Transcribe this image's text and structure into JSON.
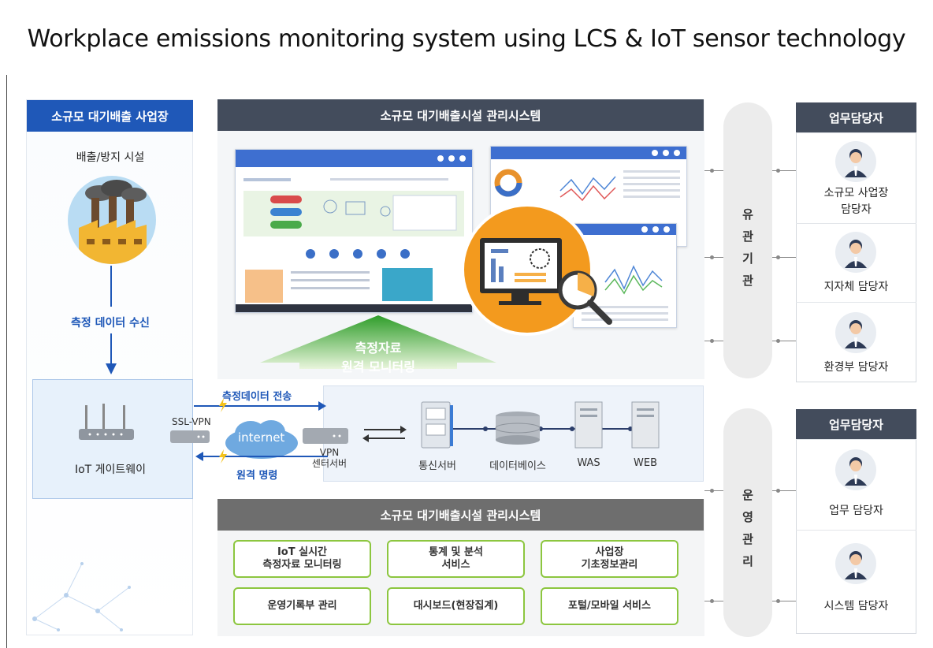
{
  "title": "Workplace emissions monitoring system using LCS & IoT sensor technology",
  "left": {
    "header": "소규모 대기배출 사업장",
    "facility_label": "배출/방지 시설",
    "receive_label": "측정 데이터 수신",
    "gateway_label": "IoT 게이트웨이"
  },
  "center_top": {
    "header": "소규모 대기배출시설 관리시스템",
    "arrow_label_line1": "측정자료",
    "arrow_label_line2": "원격 모니터링"
  },
  "network": {
    "send_label": "측정데이터 전송",
    "ssl_vpn": "SSL-VPN",
    "internet": "internet",
    "vpn_server_line1": "VPN",
    "vpn_server_line2": "센터서버",
    "remote_cmd": "원격 명령"
  },
  "servers": {
    "comm": "통신서버",
    "db": "데이터베이스",
    "was": "WAS",
    "web": "WEB"
  },
  "center_bottom": {
    "header": "소규모 대기배출시설 관리시스템",
    "services": [
      {
        "line1": "IoT 실시간",
        "line2": "측정자료 모니터링"
      },
      {
        "line1": "통계 및 분석",
        "line2": "서비스"
      },
      {
        "line1": "사업장",
        "line2": "기초정보관리"
      },
      {
        "line1": "운영기록부 관리",
        "line2": ""
      },
      {
        "line1": "대시보드(현장집계)",
        "line2": ""
      },
      {
        "line1": "포털/모바일 서비스",
        "line2": ""
      }
    ]
  },
  "pills": {
    "top": [
      "유",
      "관",
      "기",
      "관"
    ],
    "bottom": [
      "운",
      "영",
      "관",
      "리"
    ]
  },
  "right": {
    "header_top": "업무담당자",
    "people_top": [
      {
        "line1": "소규모 사업장",
        "line2": "담당자"
      },
      {
        "line1": "지자체 담당자",
        "line2": ""
      },
      {
        "line1": "환경부 담당자",
        "line2": ""
      }
    ],
    "header_bottom": "업무담당자",
    "people_bottom": [
      {
        "line1": "업무 담당자",
        "line2": ""
      },
      {
        "line1": "시스템 담당자",
        "line2": ""
      }
    ]
  },
  "colors": {
    "blue_header": "#1f58b8",
    "dark_header": "#434c5c",
    "gray_header": "#6e6e6e",
    "service_border": "#8cc63f",
    "arrow_green": "#6cbf3a",
    "magnifier_orange": "#f39a1e"
  }
}
